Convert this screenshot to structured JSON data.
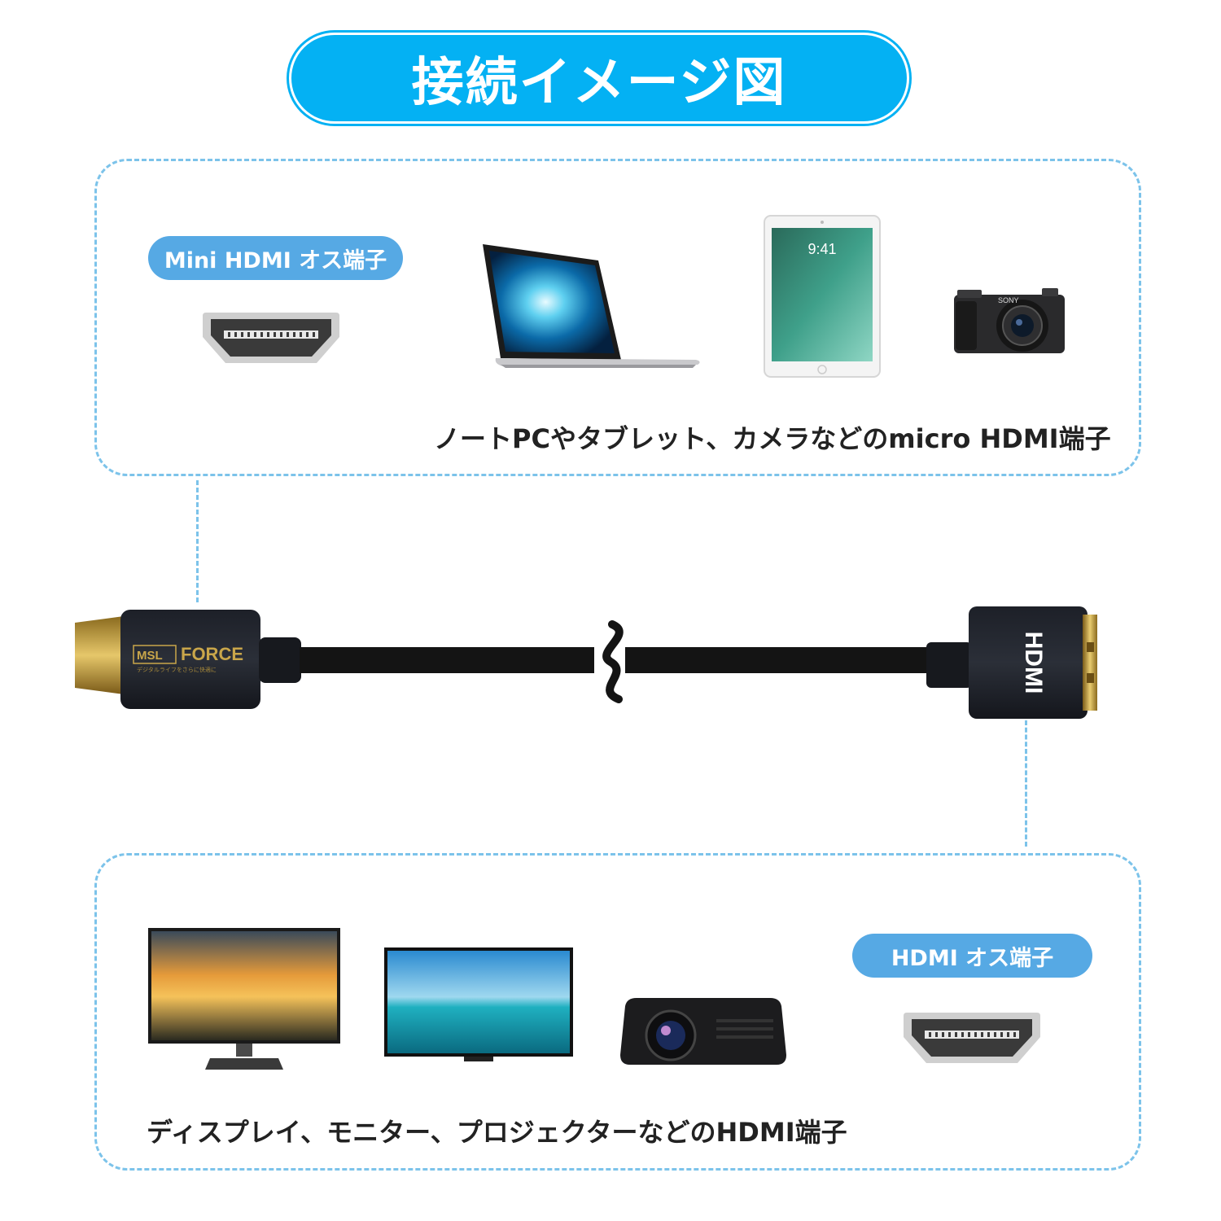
{
  "title": "接続イメージ図",
  "top_section": {
    "port_label": "Mini HDMI オス端子",
    "caption": "ノートPCやタブレット、カメラなどのmicro HDMI端子",
    "devices": [
      "laptop-icon",
      "tablet-icon",
      "camera-icon"
    ],
    "tablet_time": "9:41",
    "camera_brand": "SONY"
  },
  "cable": {
    "brand": "MSL FORCE",
    "brand_msl": "MSL",
    "brand_force": "FORCE",
    "brand_tagline": "デジタルライフをさらに快適に",
    "hdmi_mark": "HDMI"
  },
  "bottom_section": {
    "port_label": "HDMI オス端子",
    "caption": "ディスプレイ、モニター、プロジェクターなどのHDMI端子",
    "devices": [
      "monitor-icon",
      "tv-icon",
      "projector-icon"
    ]
  },
  "colors": {
    "accent": "#04b1f3",
    "tag": "#56a9e4",
    "dashed": "#7cc3ea",
    "gold": "#c9a64a"
  }
}
